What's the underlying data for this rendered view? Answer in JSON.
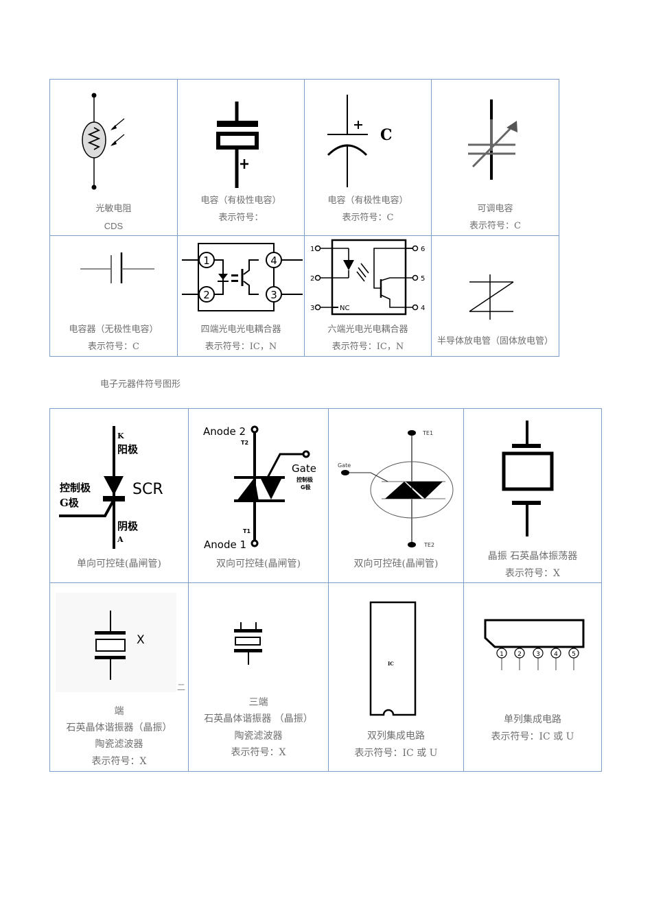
{
  "document": {
    "caption": "电子元器件符号图形",
    "stray_mark": "二"
  },
  "table1": {
    "rows": [
      [
        {
          "name": "光敏电阻",
          "symbol": "CDS"
        },
        {
          "name": "电容（有极性电容）",
          "symbol": "表示符号："
        },
        {
          "name": "电容（有极性电容）",
          "symbol": "表示符号：C",
          "label": "C"
        },
        {
          "name": "可调电容",
          "symbol": "表示符号：C"
        }
      ],
      [
        {
          "name": "电容器（无极性电容）",
          "symbol": "表示符号：C"
        },
        {
          "name": "四端光电光电耦合器",
          "symbol": "表示符号：IC，N",
          "pins": [
            "1",
            "2",
            "3",
            "4"
          ]
        },
        {
          "name": "六端光电光电耦合器",
          "symbol": "表示符号：IC，N",
          "pins": [
            "1",
            "2",
            "3",
            "4",
            "5",
            "6"
          ],
          "nc": "NC"
        },
        {
          "name": "半导体放电管（固体放电管）"
        }
      ]
    ]
  },
  "table2": {
    "rows": [
      [
        {
          "name": "单向可控硅(晶闸管)",
          "labels": {
            "k": "K",
            "anode": "阳极",
            "gate": "控制极",
            "gate2": "G极",
            "cathode": "阴极",
            "a": "A",
            "scr": "SCR"
          }
        },
        {
          "name": "双向可控硅(晶闸管)",
          "labels": {
            "a2": "Anode 2",
            "t2": "T2",
            "gate": "Gate",
            "gate_cn": "控制极",
            "gate_cn2": "G极",
            "t1": "T1",
            "a1": "Anode 1"
          }
        },
        {
          "name": "双向可控硅(晶闸管)",
          "labels": {
            "te1": "TE1",
            "te2": "TE2",
            "gate": "Gate"
          }
        },
        {
          "name": "晶振 石英晶体振荡器",
          "symbol": "表示符号：X"
        }
      ],
      [
        {
          "line1": "端",
          "line2": "石英晶体谐振器（晶振）",
          "line3": "陶瓷滤波器",
          "symbol": "表示符号：X",
          "label": "X"
        },
        {
          "line1": "三端",
          "line2": "石英晶体谐振器 （晶振）",
          "line3": "陶瓷滤波器",
          "symbol": "表示符号：X"
        },
        {
          "name": "双列集成电路",
          "symbol": "表示符号：IC 或 U",
          "label": "IC"
        },
        {
          "name": "单列集成电路",
          "symbol": "表示符号：IC 或 U",
          "pins": [
            "1",
            "2",
            "3",
            "4",
            "5"
          ]
        }
      ]
    ]
  }
}
